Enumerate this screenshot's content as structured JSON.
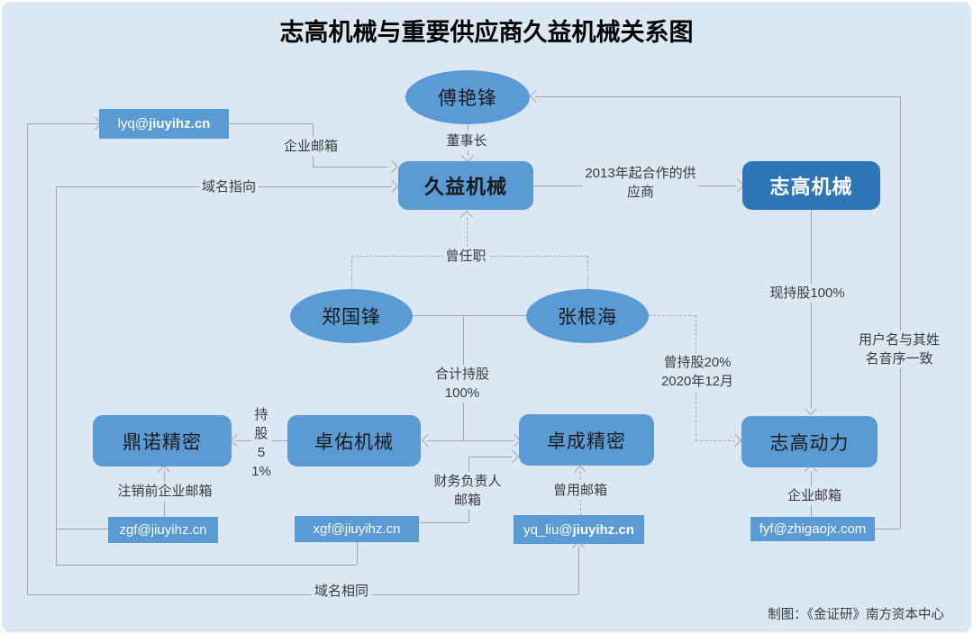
{
  "title": "志高机械与重要供应商久益机械关系图",
  "credit": "制图：《金证研》南方资本中心",
  "colors": {
    "background": "#dbe8f4",
    "node_blue": "#5b9bd5",
    "node_dark_blue": "#2e75b6",
    "connector_gray": "#a6a6a6",
    "node_text": "#1a1a1a",
    "label_text": "#3a3a3a"
  },
  "nodes": {
    "fu_yanfeng": {
      "label": "傅艳锋",
      "shape": "ellipse"
    },
    "jiuyi": {
      "label": "久益机械",
      "shape": "rounded-rect"
    },
    "zhigao": {
      "label": "志高机械",
      "shape": "rounded-rect-dark"
    },
    "zheng_guofeng": {
      "label": "郑国锋",
      "shape": "ellipse"
    },
    "zhang_genhai": {
      "label": "张根海",
      "shape": "ellipse"
    },
    "dingnuo": {
      "label": "鼎诺精密",
      "shape": "rounded-rect"
    },
    "zhuoyou": {
      "label": "卓佑机械",
      "shape": "rounded-rect"
    },
    "zhuocheng": {
      "label": "卓成精密",
      "shape": "rounded-rect"
    },
    "zhigao_power": {
      "label": "志高动力",
      "shape": "rounded-rect"
    }
  },
  "emails": {
    "lyq": {
      "prefix": "lyq@",
      "domain": "jiuyihz.cn"
    },
    "zgf": {
      "text": "zgf@jiuyihz.cn"
    },
    "xgf": {
      "text": "xgf@jiuyihz.cn"
    },
    "yq_liu": {
      "prefix": "yq_liu@",
      "domain": "jiuyihz.cn"
    },
    "fyf": {
      "text": "fyf@zhigaojx.com"
    }
  },
  "edge_labels": {
    "chairman": "董事长",
    "corp_email_left": "企业邮箱",
    "domain_points_to": "域名指向",
    "supplier": [
      "2013年起合作的供",
      "应商"
    ],
    "former_employment": "曾任职",
    "total_holding": [
      "合计持股",
      "100%"
    ],
    "former_holding": [
      "曾持股20%",
      "2020年12月"
    ],
    "current_holding": "现持股100%",
    "username_match": [
      "用户名与其姓",
      "名音序一致"
    ],
    "holding_51": "持股51%",
    "cfo_email": [
      "财务负责人",
      "邮箱"
    ],
    "former_email": "曾用邮箱",
    "pre_cancel_email": "注销前企业邮箱",
    "corp_email_right": "企业邮箱",
    "same_domain": "域名相同"
  }
}
